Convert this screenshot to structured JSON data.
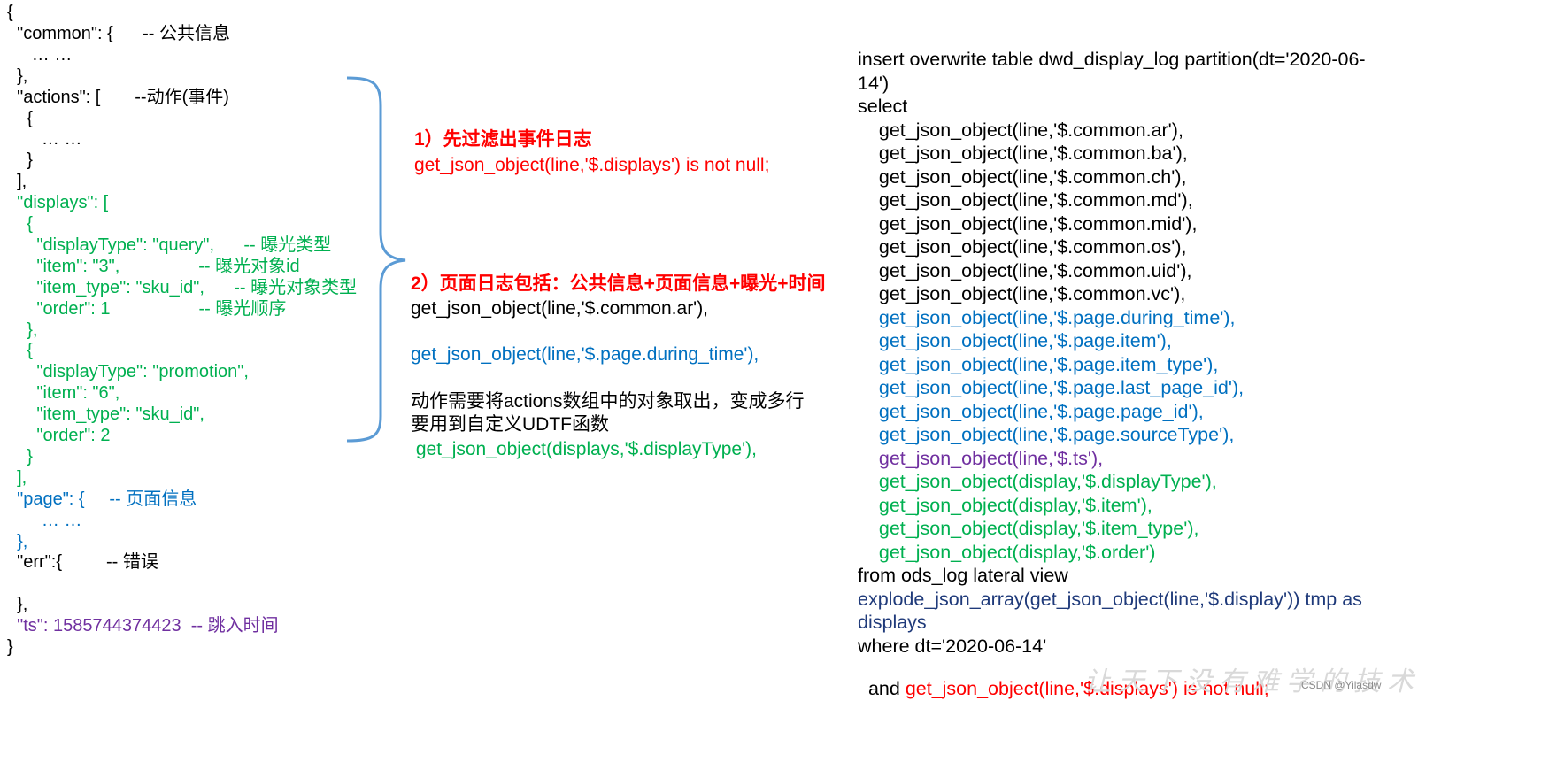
{
  "json_lines": [
    {
      "text": "{",
      "color": "#000000"
    },
    {
      "text": "  \"common\": {      -- 公共信息",
      "color": "#000000"
    },
    {
      "text": "     … …",
      "color": "#000000"
    },
    {
      "text": "  },",
      "color": "#000000"
    },
    {
      "text": "  \"actions\": [       --动作(事件)",
      "color": "#000000"
    },
    {
      "text": "    {",
      "color": "#000000"
    },
    {
      "text": "       … …",
      "color": "#000000"
    },
    {
      "text": "    }",
      "color": "#000000"
    },
    {
      "text": "  ],",
      "color": "#000000"
    },
    {
      "text": "  \"displays\": [",
      "color": "#00b050"
    },
    {
      "text": "    {",
      "color": "#00b050"
    },
    {
      "text": "      \"displayType\": \"query\",      -- 曝光类型",
      "color": "#00b050"
    },
    {
      "text": "      \"item\": \"3\",                -- 曝光对象id",
      "color": "#00b050"
    },
    {
      "text": "      \"item_type\": \"sku_id\",      -- 曝光对象类型",
      "color": "#00b050"
    },
    {
      "text": "      \"order\": 1                  -- 曝光顺序",
      "color": "#00b050"
    },
    {
      "text": "    },",
      "color": "#00b050"
    },
    {
      "text": "    {",
      "color": "#00b050"
    },
    {
      "text": "      \"displayType\": \"promotion\",",
      "color": "#00b050"
    },
    {
      "text": "      \"item\": \"6\",",
      "color": "#00b050"
    },
    {
      "text": "      \"item_type\": \"sku_id\",",
      "color": "#00b050"
    },
    {
      "text": "      \"order\": 2",
      "color": "#00b050"
    },
    {
      "text": "    }",
      "color": "#00b050"
    },
    {
      "text": "  ],",
      "color": "#00b050"
    },
    {
      "text": "  \"page\": {     -- 页面信息",
      "color": "#0070c0"
    },
    {
      "text": "       … …",
      "color": "#0070c0"
    },
    {
      "text": "  },",
      "color": "#0070c0"
    },
    {
      "text": "  \"err\":{         -- 错误",
      "color": "#000000"
    },
    {
      "text": "",
      "color": "#000000"
    },
    {
      "text": "  },",
      "color": "#000000"
    },
    {
      "text": "  \"ts\": 1585744374423  -- 跳入时间",
      "color": "#7030a0"
    },
    {
      "text": "}",
      "color": "#000000"
    }
  ],
  "middle": {
    "step1_title": "1）先过滤出事件日志",
    "step1_code": "get_json_object(line,'$.displays') is not null;",
    "step2_title": "2）页面日志包括：公共信息+页面信息+曝光+时间",
    "step2_code_common": "get_json_object(line,'$.common.ar'),",
    "step2_code_page": "get_json_object(line,'$.page.during_time'),",
    "note_line1": "动作需要将actions数组中的对象取出，变成多行",
    "note_line2": "要用到自定义UDTF函数",
    "display_code": " get_json_object(displays,'$.displayType'),"
  },
  "sql_lines": [
    {
      "text": "insert overwrite table dwd_display_log partition(dt='2020-06-",
      "color": "#000000"
    },
    {
      "text": "14')",
      "color": "#000000"
    },
    {
      "text": "select",
      "color": "#000000"
    },
    {
      "text": "    get_json_object(line,'$.common.ar'),",
      "color": "#000000"
    },
    {
      "text": "    get_json_object(line,'$.common.ba'),",
      "color": "#000000"
    },
    {
      "text": "    get_json_object(line,'$.common.ch'),",
      "color": "#000000"
    },
    {
      "text": "    get_json_object(line,'$.common.md'),",
      "color": "#000000"
    },
    {
      "text": "    get_json_object(line,'$.common.mid'),",
      "color": "#000000"
    },
    {
      "text": "    get_json_object(line,'$.common.os'),",
      "color": "#000000"
    },
    {
      "text": "    get_json_object(line,'$.common.uid'),",
      "color": "#000000"
    },
    {
      "text": "    get_json_object(line,'$.common.vc'),",
      "color": "#000000"
    },
    {
      "text": "    get_json_object(line,'$.page.during_time'),",
      "color": "#0070c0"
    },
    {
      "text": "    get_json_object(line,'$.page.item'),",
      "color": "#0070c0"
    },
    {
      "text": "    get_json_object(line,'$.page.item_type'),",
      "color": "#0070c0"
    },
    {
      "text": "    get_json_object(line,'$.page.last_page_id'),",
      "color": "#0070c0"
    },
    {
      "text": "    get_json_object(line,'$.page.page_id'),",
      "color": "#0070c0"
    },
    {
      "text": "    get_json_object(line,'$.page.sourceType'),",
      "color": "#0070c0"
    },
    {
      "text": "    get_json_object(line,'$.ts'),",
      "color": "#7030a0"
    },
    {
      "text": "    get_json_object(display,'$.displayType'),",
      "color": "#00b050"
    },
    {
      "text": "    get_json_object(display,'$.item'),",
      "color": "#00b050"
    },
    {
      "text": "    get_json_object(display,'$.item_type'),",
      "color": "#00b050"
    },
    {
      "text": "    get_json_object(display,'$.order')",
      "color": "#00b050"
    },
    {
      "text": "from ods_log lateral view",
      "color": "#000000"
    },
    {
      "text": "explode_json_array(get_json_object(line,'$.display')) tmp as",
      "color": "#1f3a7a"
    },
    {
      "text": "displays",
      "color": "#1f3a7a"
    },
    {
      "text": "where dt='2020-06-14'",
      "color": "#000000"
    }
  ],
  "sql_last": {
    "prefix": "and ",
    "code": "get_json_object(line,'$.displays') is not null;",
    "prefix_color": "#000000",
    "code_color": "#ff0000"
  },
  "watermark": {
    "script_text": "让天下没有难学的技术",
    "credit": "CSDN @Yilasdw"
  },
  "accent": {
    "brace": "#5b9bd5"
  }
}
